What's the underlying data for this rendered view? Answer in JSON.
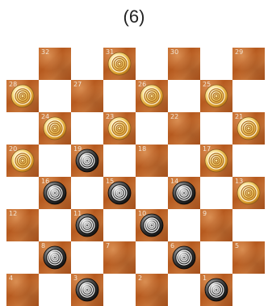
{
  "title": "(6)",
  "colors": {
    "dark_square": "#b65a1f",
    "light_square": "#ffffff",
    "white_piece": "#f2c24a",
    "black_piece": "#2e2e2e"
  },
  "board": {
    "rows": [
      [
        {
          "n": "32"
        },
        {
          "n": "31",
          "p": "white"
        },
        {
          "n": "30"
        },
        {
          "n": "29"
        }
      ],
      [
        {
          "n": "28",
          "p": "white"
        },
        {
          "n": "27"
        },
        {
          "n": "26",
          "p": "white"
        },
        {
          "n": "25",
          "p": "white"
        }
      ],
      [
        {
          "n": "24",
          "p": "white"
        },
        {
          "n": "23",
          "p": "white"
        },
        {
          "n": "22"
        },
        {
          "n": "21",
          "p": "white"
        }
      ],
      [
        {
          "n": "20",
          "p": "white"
        },
        {
          "n": "19",
          "p": "black"
        },
        {
          "n": "18"
        },
        {
          "n": "17",
          "p": "white"
        }
      ],
      [
        {
          "n": "16",
          "p": "black"
        },
        {
          "n": "15",
          "p": "black"
        },
        {
          "n": "14",
          "p": "black"
        },
        {
          "n": "13",
          "p": "white"
        }
      ],
      [
        {
          "n": "12"
        },
        {
          "n": "11",
          "p": "black"
        },
        {
          "n": "10",
          "p": "black"
        },
        {
          "n": "9"
        }
      ],
      [
        {
          "n": "8",
          "p": "black"
        },
        {
          "n": "7"
        },
        {
          "n": "6",
          "p": "black"
        },
        {
          "n": "5"
        }
      ],
      [
        {
          "n": "4"
        },
        {
          "n": "3",
          "p": "black"
        },
        {
          "n": "2"
        },
        {
          "n": "1",
          "p": "black"
        }
      ]
    ]
  }
}
